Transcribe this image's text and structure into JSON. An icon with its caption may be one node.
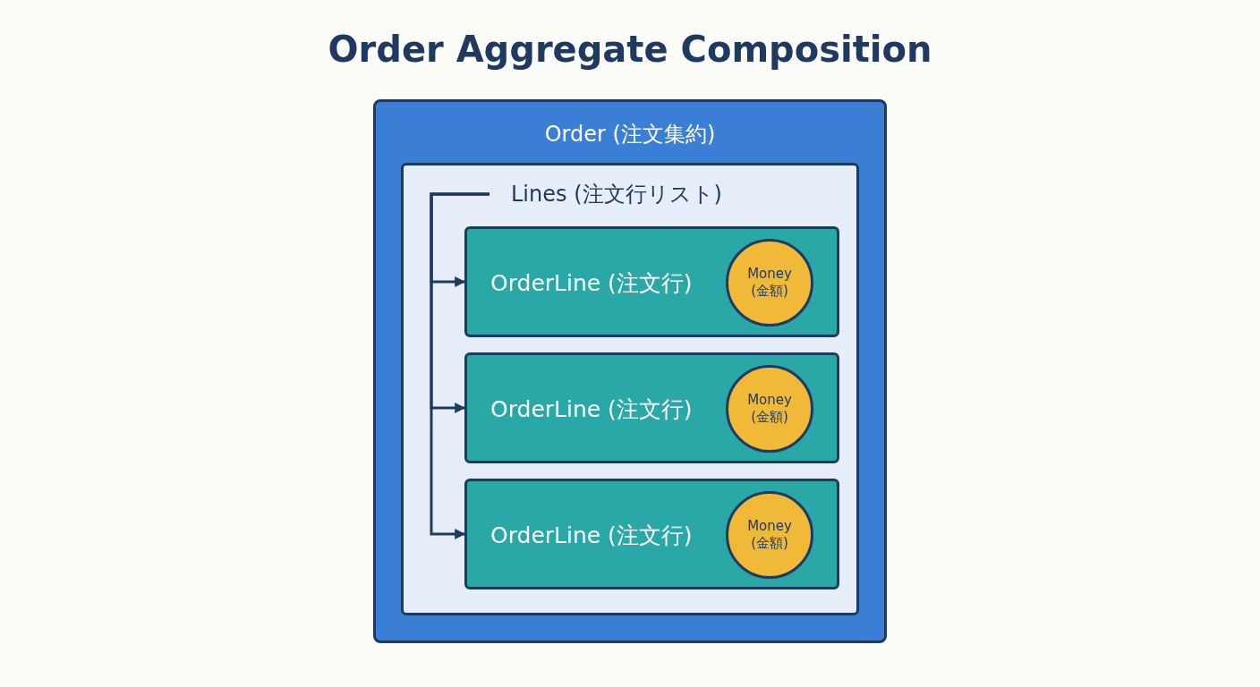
{
  "diagram": {
    "title": "Order Aggregate Composition",
    "nodes": [
      {
        "text": [
          "Order (注文集約)"
        ]
      },
      {
        "text": [
          "Lines (注文行リスト)"
        ],
        "in": 0
      },
      {
        "text": [
          "OrderLine (注文行)"
        ],
        "in": 1
      },
      {
        "text": [
          "Money (金額)"
        ],
        "in": 2
      },
      {
        "text": [
          "OrderLine (注文行)"
        ],
        "in": 1
      },
      {
        "text": [
          "Money (金額)"
        ],
        "in": 4
      },
      {
        "text": [
          "OrderLine (注文行)"
        ],
        "in": 1
      },
      {
        "text": [
          "Money (金額)"
        ],
        "in": 6
      }
    ],
    "edges": [
      {
        "from": 1,
        "to": 2,
        "arrow": "to"
      },
      {
        "from": 1,
        "to": 4,
        "arrow": "to"
      },
      {
        "from": 1,
        "to": 6,
        "arrow": "to"
      }
    ]
  }
}
